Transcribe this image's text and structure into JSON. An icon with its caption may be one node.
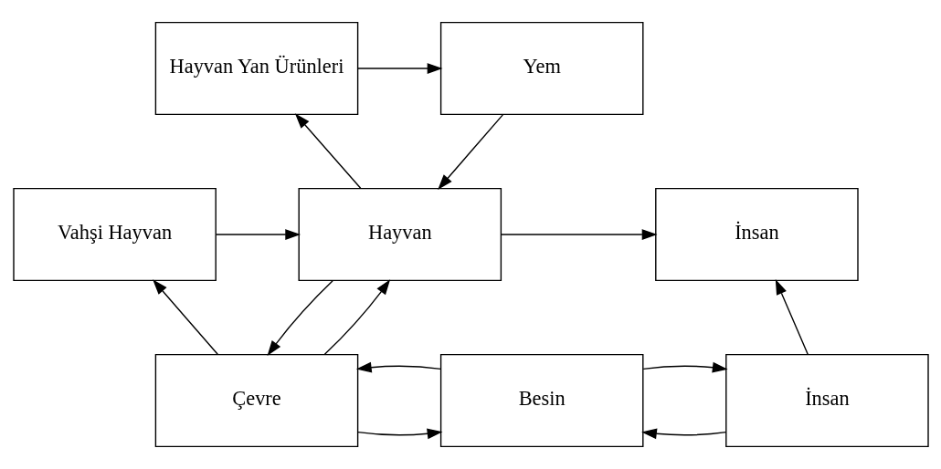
{
  "diagram": {
    "nodes": [
      {
        "text": [
          "Hayvan Yan Ürünleri"
        ]
      },
      {
        "text": [
          "Yem"
        ]
      },
      {
        "text": [
          "Vahşi Hayvan"
        ]
      },
      {
        "text": [
          "Hayvan"
        ]
      },
      {
        "text": [
          "İnsan"
        ]
      },
      {
        "text": [
          "Çevre"
        ]
      },
      {
        "text": [
          "Besin"
        ]
      },
      {
        "text": [
          "İnsan"
        ]
      }
    ],
    "edges": [
      {
        "from": 0,
        "to": 1,
        "arrow": "to"
      },
      {
        "from": 1,
        "to": 3,
        "arrow": "to"
      },
      {
        "from": 3,
        "to": 0,
        "arrow": "to"
      },
      {
        "from": 2,
        "to": 3,
        "arrow": "to"
      },
      {
        "from": 3,
        "to": 4,
        "arrow": "to"
      },
      {
        "from": 5,
        "to": 2,
        "arrow": "to"
      },
      {
        "from": 5,
        "to": 3,
        "arrow": "to"
      },
      {
        "from": 3,
        "to": 5,
        "arrow": "to"
      },
      {
        "from": 5,
        "to": 6,
        "arrow": "to"
      },
      {
        "from": 6,
        "to": 5,
        "arrow": "to"
      },
      {
        "from": 7,
        "to": 6,
        "arrow": "to"
      },
      {
        "from": 6,
        "to": 7,
        "arrow": "to"
      },
      {
        "from": 7,
        "to": 4,
        "arrow": "to"
      }
    ]
  }
}
